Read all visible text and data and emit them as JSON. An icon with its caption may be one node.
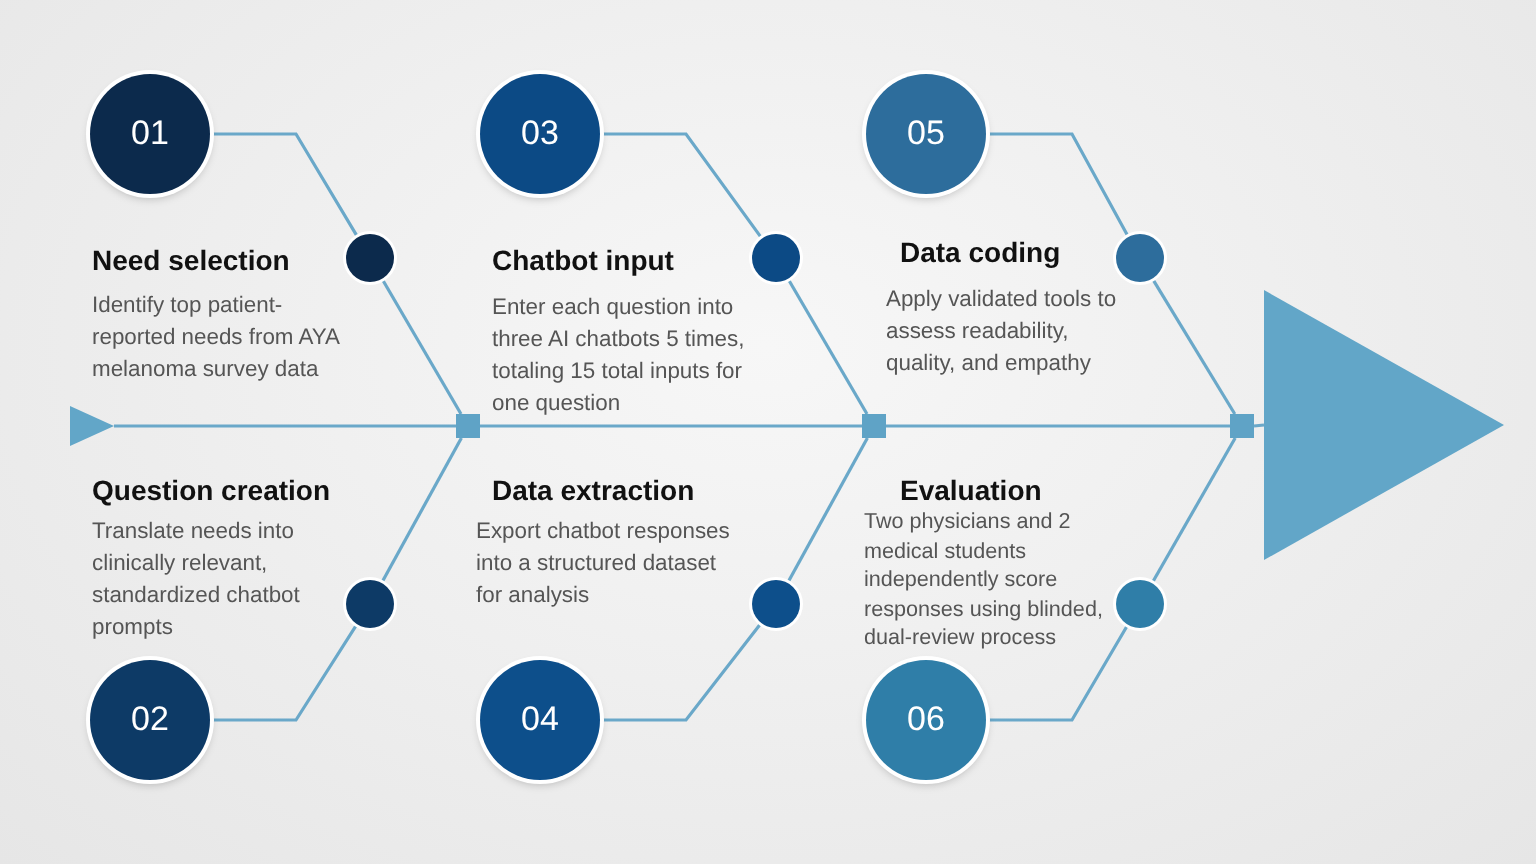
{
  "diagram": {
    "nodes": [
      {
        "text": [],
        "shape": "triangle"
      },
      {
        "text": [
          "01"
        ]
      },
      {
        "text": [],
        "shape": "circle"
      },
      {
        "text": [
          "02"
        ]
      },
      {
        "text": [],
        "shape": "circle"
      },
      {
        "text": [
          "03"
        ]
      },
      {
        "text": [],
        "shape": "circle"
      },
      {
        "text": [
          "04"
        ]
      },
      {
        "text": [],
        "shape": "circle"
      },
      {
        "text": [
          "05"
        ]
      },
      {
        "text": [],
        "shape": "circle"
      },
      {
        "text": [
          "06"
        ]
      },
      {
        "text": [],
        "shape": "circle"
      },
      {
        "text": [],
        "shape": "box"
      },
      {
        "text": [],
        "shape": "box"
      },
      {
        "text": [],
        "shape": "box"
      },
      {
        "text": [],
        "shape": "triangle"
      }
    ],
    "edges": [
      {
        "from": 1,
        "to": 2,
        "arrow": "none"
      },
      {
        "from": 2,
        "to": 13,
        "arrow": "none"
      },
      {
        "from": 3,
        "to": 4,
        "arrow": "none"
      },
      {
        "from": 4,
        "to": 13,
        "arrow": "none"
      },
      {
        "from": 5,
        "to": 6,
        "arrow": "none"
      },
      {
        "from": 6,
        "to": 14,
        "arrow": "none"
      },
      {
        "from": 7,
        "to": 8,
        "arrow": "none"
      },
      {
        "from": 8,
        "to": 14,
        "arrow": "none"
      },
      {
        "from": 9,
        "to": 10,
        "arrow": "none"
      },
      {
        "from": 10,
        "to": 15,
        "arrow": "none"
      },
      {
        "from": 11,
        "to": 12,
        "arrow": "none"
      },
      {
        "from": 12,
        "to": 15,
        "arrow": "none"
      },
      {
        "from": 0,
        "to": 13,
        "arrow": "none"
      },
      {
        "from": 13,
        "to": 14,
        "arrow": "none"
      },
      {
        "from": 14,
        "to": 15,
        "arrow": "none"
      },
      {
        "from": 15,
        "to": 16,
        "arrow": "none"
      }
    ],
    "labels": [
      "Need selection",
      "Identify top patient-reported needs from AYA melanoma survey data",
      "Chatbot input",
      "Enter each question into three AI chatbots 5 times, totaling 15 total inputs for one question",
      "Data coding",
      "Apply validated tools to assess readability, quality, and empathy",
      "Question creation",
      "Translate needs into clinically relevant, standardized chatbot prompts",
      "Data extraction",
      "Export chatbot responses into a structured dataset for analysis",
      "Evaluation",
      "Two physicians and 2 medical students independently score responses using blinded, dual-review process"
    ]
  }
}
